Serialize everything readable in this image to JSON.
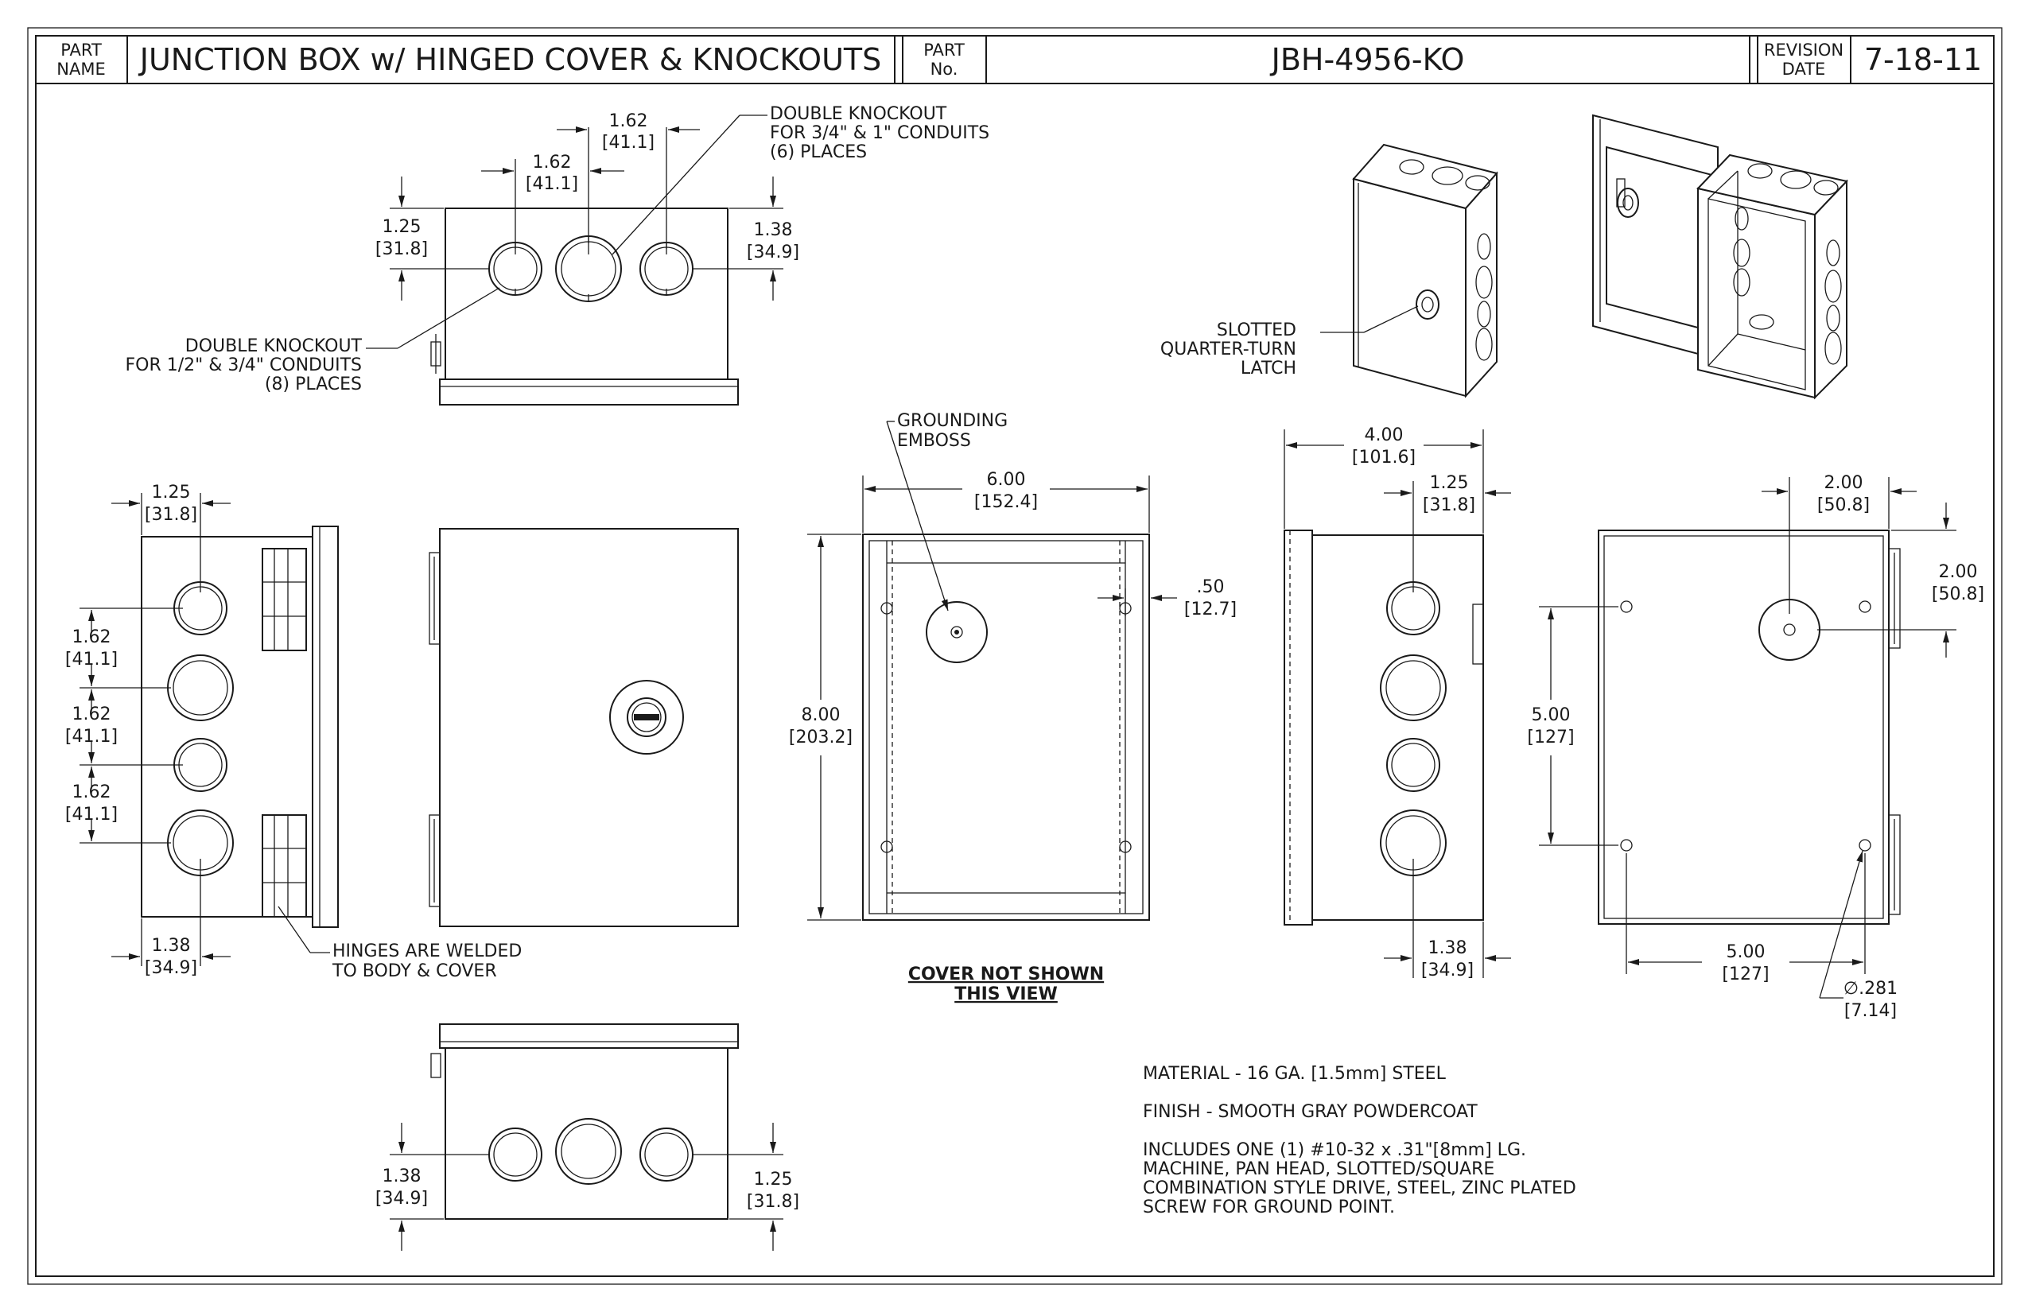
{
  "title_block": {
    "part_name_label_1": "PART",
    "part_name_label_2": "NAME",
    "part_name": "JUNCTION BOX w/ HINGED COVER & KNOCKOUTS",
    "part_no_label_1": "PART",
    "part_no_label_2": "No.",
    "part_no": "JBH-4956-KO",
    "revision_label_1": "REVISION",
    "revision_label_2": "DATE",
    "revision_date": "7-18-11"
  },
  "dims": {
    "d162": "1.62",
    "d41_1": "[41.1]",
    "d125": "1.25",
    "d31_8": "[31.8]",
    "d138": "1.38",
    "d34_9": "[34.9]",
    "d600": "6.00",
    "d152_4": "[152.4]",
    "d800": "8.00",
    "d203_2": "[203.2]",
    "d050": ".50",
    "d12_7": "[12.7]",
    "d400": "4.00",
    "d101_6": "[101.6]",
    "d200": "2.00",
    "d50_8": "[50.8]",
    "d500": "5.00",
    "d127": "[127]",
    "dhole": "∅.281",
    "d7_14": "[7.14]"
  },
  "callouts": {
    "ko_large_1": "DOUBLE KNOCKOUT",
    "ko_large_2": "FOR 3/4\" & 1\" CONDUITS",
    "ko_large_3": "(6) PLACES",
    "ko_small_1": "DOUBLE KNOCKOUT",
    "ko_small_2": "FOR 1/2\" & 3/4\" CONDUITS",
    "ko_small_3": "(8) PLACES",
    "latch_1": "SLOTTED",
    "latch_2": "QUARTER-TURN",
    "latch_3": "LATCH",
    "ground_1": "GROUNDING",
    "ground_2": "EMBOSS",
    "hinges_1": "HINGES ARE WELDED",
    "hinges_2": "TO BODY & COVER",
    "cover_1": "COVER NOT SHOWN",
    "cover_2": "THIS VIEW"
  },
  "notes": {
    "material": "MATERIAL - 16 GA. [1.5mm] STEEL",
    "finish": "FINISH - SMOOTH GRAY POWDERCOAT",
    "includes_1": "INCLUDES ONE (1) #10-32 x .31\"[8mm] LG.",
    "includes_2": "MACHINE, PAN HEAD, SLOTTED/SQUARE",
    "includes_3": "COMBINATION STYLE DRIVE, STEEL, ZINC PLATED",
    "includes_4": "SCREW FOR GROUND POINT."
  },
  "colors": {
    "line": "#1a1a1a",
    "paper": "#ffffff"
  },
  "icons": {
    "arrowhead": "arrowhead-icon",
    "knockout": "knockout-icon",
    "latch": "latch-icon"
  }
}
